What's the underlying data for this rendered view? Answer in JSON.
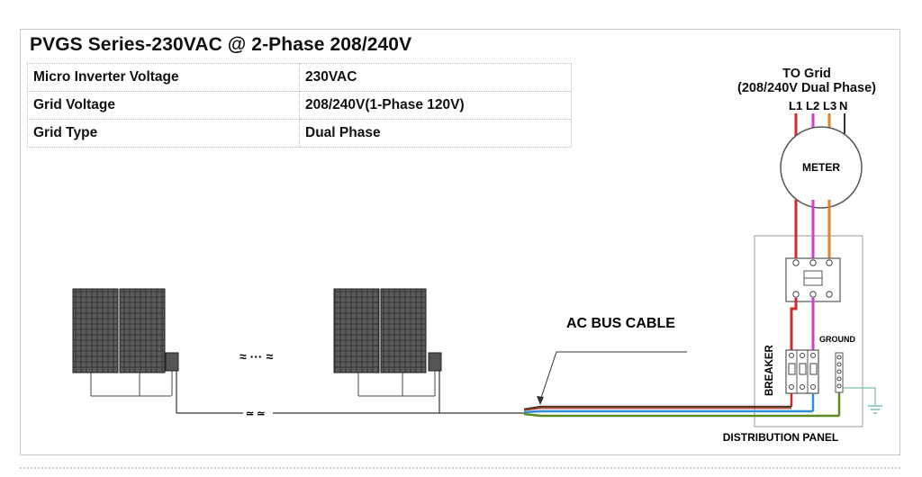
{
  "header": {
    "title": "PVGS Series-230VAC @ 2-Phase 208/240V"
  },
  "specs": [
    {
      "label": "Micro Inverter Voltage",
      "value": "230VAC"
    },
    {
      "label": "Grid  Voltage",
      "value": "208/240V(1-Phase 120V)"
    },
    {
      "label": "Grid Type",
      "value": "Dual Phase"
    }
  ],
  "diagram": {
    "grid_title": "TO Grid",
    "grid_subtitle": "(208/240V Dual Phase)",
    "phases": [
      "L1",
      "L2",
      "L3",
      "N"
    ],
    "meter_label": "METER",
    "ac_bus_label": "AC BUS CABLE",
    "ellipsis": "≈ ··· ≈",
    "breaker_label": "BREAKER",
    "ground_label": "GROUND",
    "panel_label": "DISTRIBUTION PANEL",
    "wire_colors": {
      "l1": "#d12b2b",
      "l2": "#d63ad8",
      "l3": "#e0812a",
      "n": "#333333",
      "blue": "#2f8fd8",
      "green": "#5a8a1e",
      "ground": "#5fae9c"
    }
  }
}
